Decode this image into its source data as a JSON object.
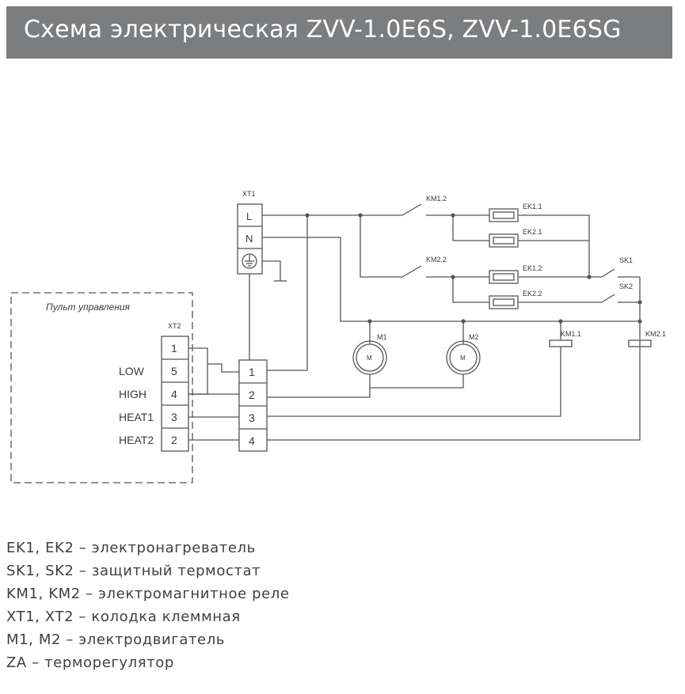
{
  "title": "Схема электрическая ZVV-1.0E6S, ZVV-1.0E6SG",
  "diagram": {
    "control_panel_label": "Пульт управления",
    "xt1_label": "XT1",
    "xt2_label": "XT2",
    "xt1_top": [
      "L",
      "N"
    ],
    "xt2_terminals": [
      "1",
      "5",
      "4",
      "3",
      "2"
    ],
    "xt2_signals": [
      "LOW",
      "HIGH",
      "HEAT1",
      "HEAT2"
    ],
    "xt1_bottom": [
      "1",
      "2",
      "3",
      "4"
    ],
    "relay_contacts": [
      "KM1.2",
      "KM2.2"
    ],
    "heaters": [
      "EK1.1",
      "EK2.1",
      "EK1.2",
      "EK2.2"
    ],
    "thermostats": [
      "SK1",
      "SK2"
    ],
    "motors": [
      "M1",
      "M2"
    ],
    "motor_symbol": "M",
    "coils": [
      "KM1.1",
      "KM2.1"
    ]
  },
  "legend": [
    "EK1, EK2 – электронагреватель",
    "SK1, SK2 – защитный термостат",
    "KM1, KM2 – электромагнитное реле",
    "XT1, XT2 – колодка клеммная",
    "M1, M2 – электродвигатель",
    "ZA – терморегулятор"
  ]
}
